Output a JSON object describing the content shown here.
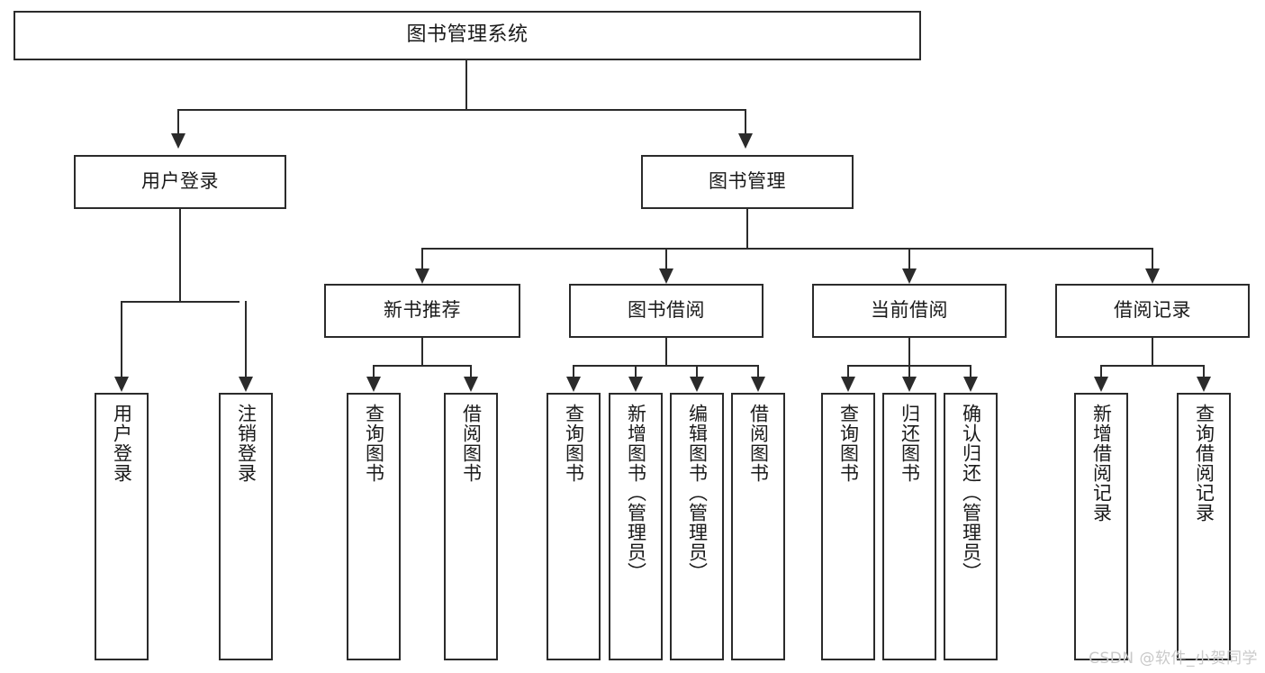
{
  "diagram": {
    "title": "图书管理系统",
    "type": "tree-hierarchy-functional-decomposition",
    "root": {
      "label": "图书管理系统"
    },
    "level1": [
      {
        "label": "用户登录"
      },
      {
        "label": "图书管理"
      }
    ],
    "level2": [
      {
        "label": "新书推荐"
      },
      {
        "label": "图书借阅"
      },
      {
        "label": "当前借阅"
      },
      {
        "label": "借阅记录"
      }
    ],
    "leaves_user_login": [
      {
        "label": "用户登录"
      },
      {
        "label": "注销登录"
      }
    ],
    "leaves_new_book": [
      {
        "label": "查询图书"
      },
      {
        "label": "借阅图书"
      }
    ],
    "leaves_borrow": [
      {
        "label": "查询图书"
      },
      {
        "label": "新增图书（管理员）"
      },
      {
        "label": "编辑图书（管理员）"
      },
      {
        "label": "借阅图书"
      }
    ],
    "leaves_current": [
      {
        "label": "查询图书"
      },
      {
        "label": "归还图书"
      },
      {
        "label": "确认归还（管理员）"
      }
    ],
    "leaves_record": [
      {
        "label": "新增借阅记录"
      },
      {
        "label": "查询借阅记录"
      }
    ]
  },
  "watermark": {
    "text": "CSDN @软件_小贺同学"
  },
  "colors": {
    "stroke": "#2b2b2b",
    "background": "#ffffff",
    "text": "#1a1a1a",
    "watermark": "#c9c9c9"
  }
}
